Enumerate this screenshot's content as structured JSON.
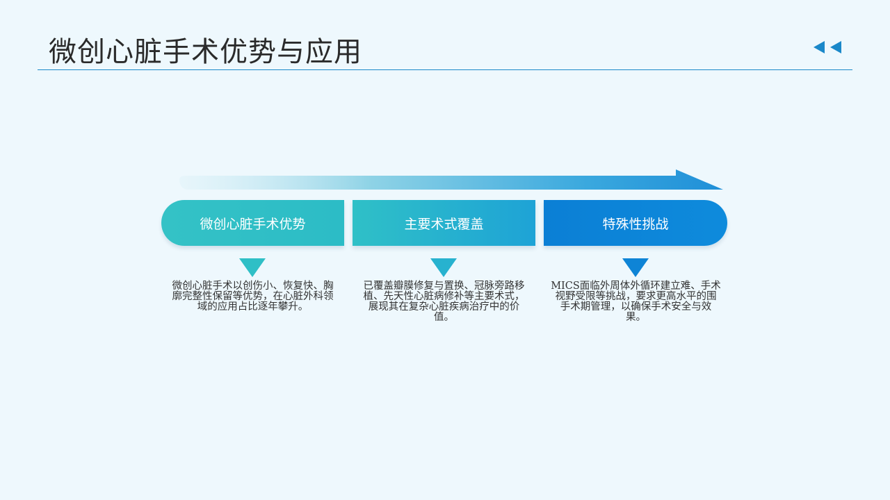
{
  "header": {
    "title": "微创心脏手术优势与应用"
  },
  "nav": {
    "arrows_icon": "double-left-triangle",
    "color": "#1a88c9"
  },
  "colors": {
    "background": "#eef8fd",
    "teal": "#34c2c6",
    "mid_blue": "#1ea3d6",
    "deep_blue": "#0b7fd5",
    "rule": "#1a88c9"
  },
  "stages": [
    {
      "label": "微创心脏手术优势",
      "description": "微创心脏手术以创伤小、恢复快、胸廓完整性保留等优势，在心脏外科领域的应用占比逐年攀升。"
    },
    {
      "label": "主要术式覆盖",
      "description": "已覆盖瓣膜修复与置换、冠脉旁路移植、先天性心脏病修补等主要术式，展现其在复杂心脏疾病治疗中的价值。"
    },
    {
      "label": "特殊性挑战",
      "description": "MICS面临外周体外循环建立难、手术视野受限等挑战，要求更高水平的围手术期管理，以确保手术安全与效果。"
    }
  ]
}
